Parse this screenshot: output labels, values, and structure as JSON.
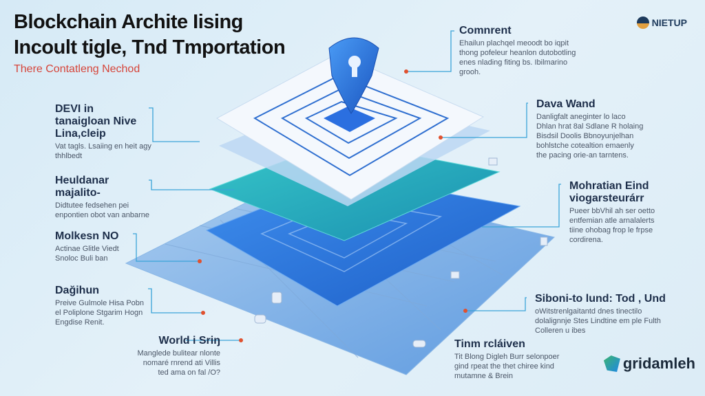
{
  "header": {
    "title_line1": "Blockchain Archite Iising",
    "title_line2": "Incoult tigle, Tnd Tmportation",
    "subtitle": "There Contatleng Nechod"
  },
  "logos": {
    "top": "NIETUP",
    "bottom": "gridamleh"
  },
  "callouts": [
    {
      "title": "Comnrent",
      "body": "Ehailun plachqel meoodt bo iqpit thong pofeleur heanlon dutobotling enes nlading fiting bs. Ibilmarino grooh."
    },
    {
      "title": "DEVI in tanaigloan Nive Lina,cleip",
      "body": "Vat tagls. Lsaiing en heit agy thhlbedt"
    },
    {
      "title": "Heuldanar majalito-",
      "body": "Didtutee fedsehen pei enpontien obot van anbarne"
    },
    {
      "title": "Dava Wand",
      "body": "Danligfalt aneginter lo laco Dhlan hrat 8al Sdlane R holaing Bisdsil Doolis Bbnoyunjelhan bohlstche cotealtion emaenly the pacing orie-an tarntens."
    },
    {
      "title": "Mohratian Eind viogarsteurárr",
      "body": "Pueer bbVhil ah ser oetto entfemian atle arnalalerts tiine ohobag frop le frpse cordirena."
    },
    {
      "title": "Molkesn NO",
      "body": "Actinae Glitle Viedt Snoloc Buli ban"
    },
    {
      "title": "Dağihun",
      "body": "Preive Gulmole Hisa Pobn el Poliplone Stgarim Hogn Engdise Renit."
    },
    {
      "title": "World i Sriŋ",
      "body": "Manglede bulitear nlonte nomaré rnrend ati Villis ted ama on fal /O?"
    },
    {
      "title": "Siboni-to lund: Tod , Und",
      "body": "oWitstrenlgaitantd dnes tinectilo dolalignnje Stes Lindtine em ple Fulth Colleren u ibes"
    },
    {
      "title": "Tinm rcláiven",
      "body": "Tit Blong Digleh Burr selonpoer gind rpeat the thet chiree kind mutamne & Brein"
    }
  ],
  "colors": {
    "accent": "#d6453a",
    "connector": "#3aa3d8",
    "plate_blue": "#2f7fe0",
    "plate_teal": "#1fb3b8"
  }
}
